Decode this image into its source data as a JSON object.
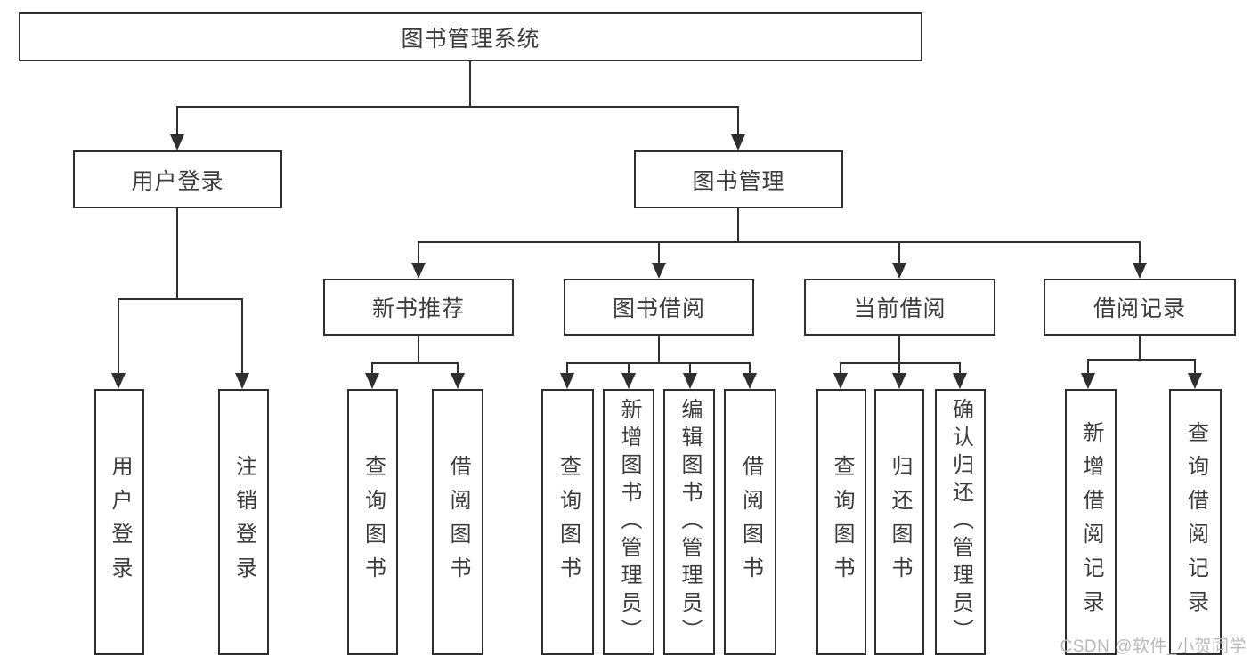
{
  "watermark": "CSDN @软件_小贺同学",
  "tree": {
    "label": "图书管理系统",
    "children": [
      {
        "label": "用户登录",
        "children": [
          {
            "label": "用户登录"
          },
          {
            "label": "注销登录"
          }
        ]
      },
      {
        "label": "图书管理",
        "children": [
          {
            "label": "新书推荐",
            "children": [
              {
                "label": "查询图书"
              },
              {
                "label": "借阅图书"
              }
            ]
          },
          {
            "label": "图书借阅",
            "children": [
              {
                "label": "查询图书"
              },
              {
                "label": "新增图书（管理员）"
              },
              {
                "label": "编辑图书（管理员）"
              },
              {
                "label": "借阅图书"
              }
            ]
          },
          {
            "label": "当前借阅",
            "children": [
              {
                "label": "查询图书"
              },
              {
                "label": "归还图书"
              },
              {
                "label": "确认归还（管理员）"
              }
            ]
          },
          {
            "label": "借阅记录",
            "children": [
              {
                "label": "新增借阅记录"
              },
              {
                "label": "查询借阅记录"
              }
            ]
          }
        ]
      }
    ]
  }
}
